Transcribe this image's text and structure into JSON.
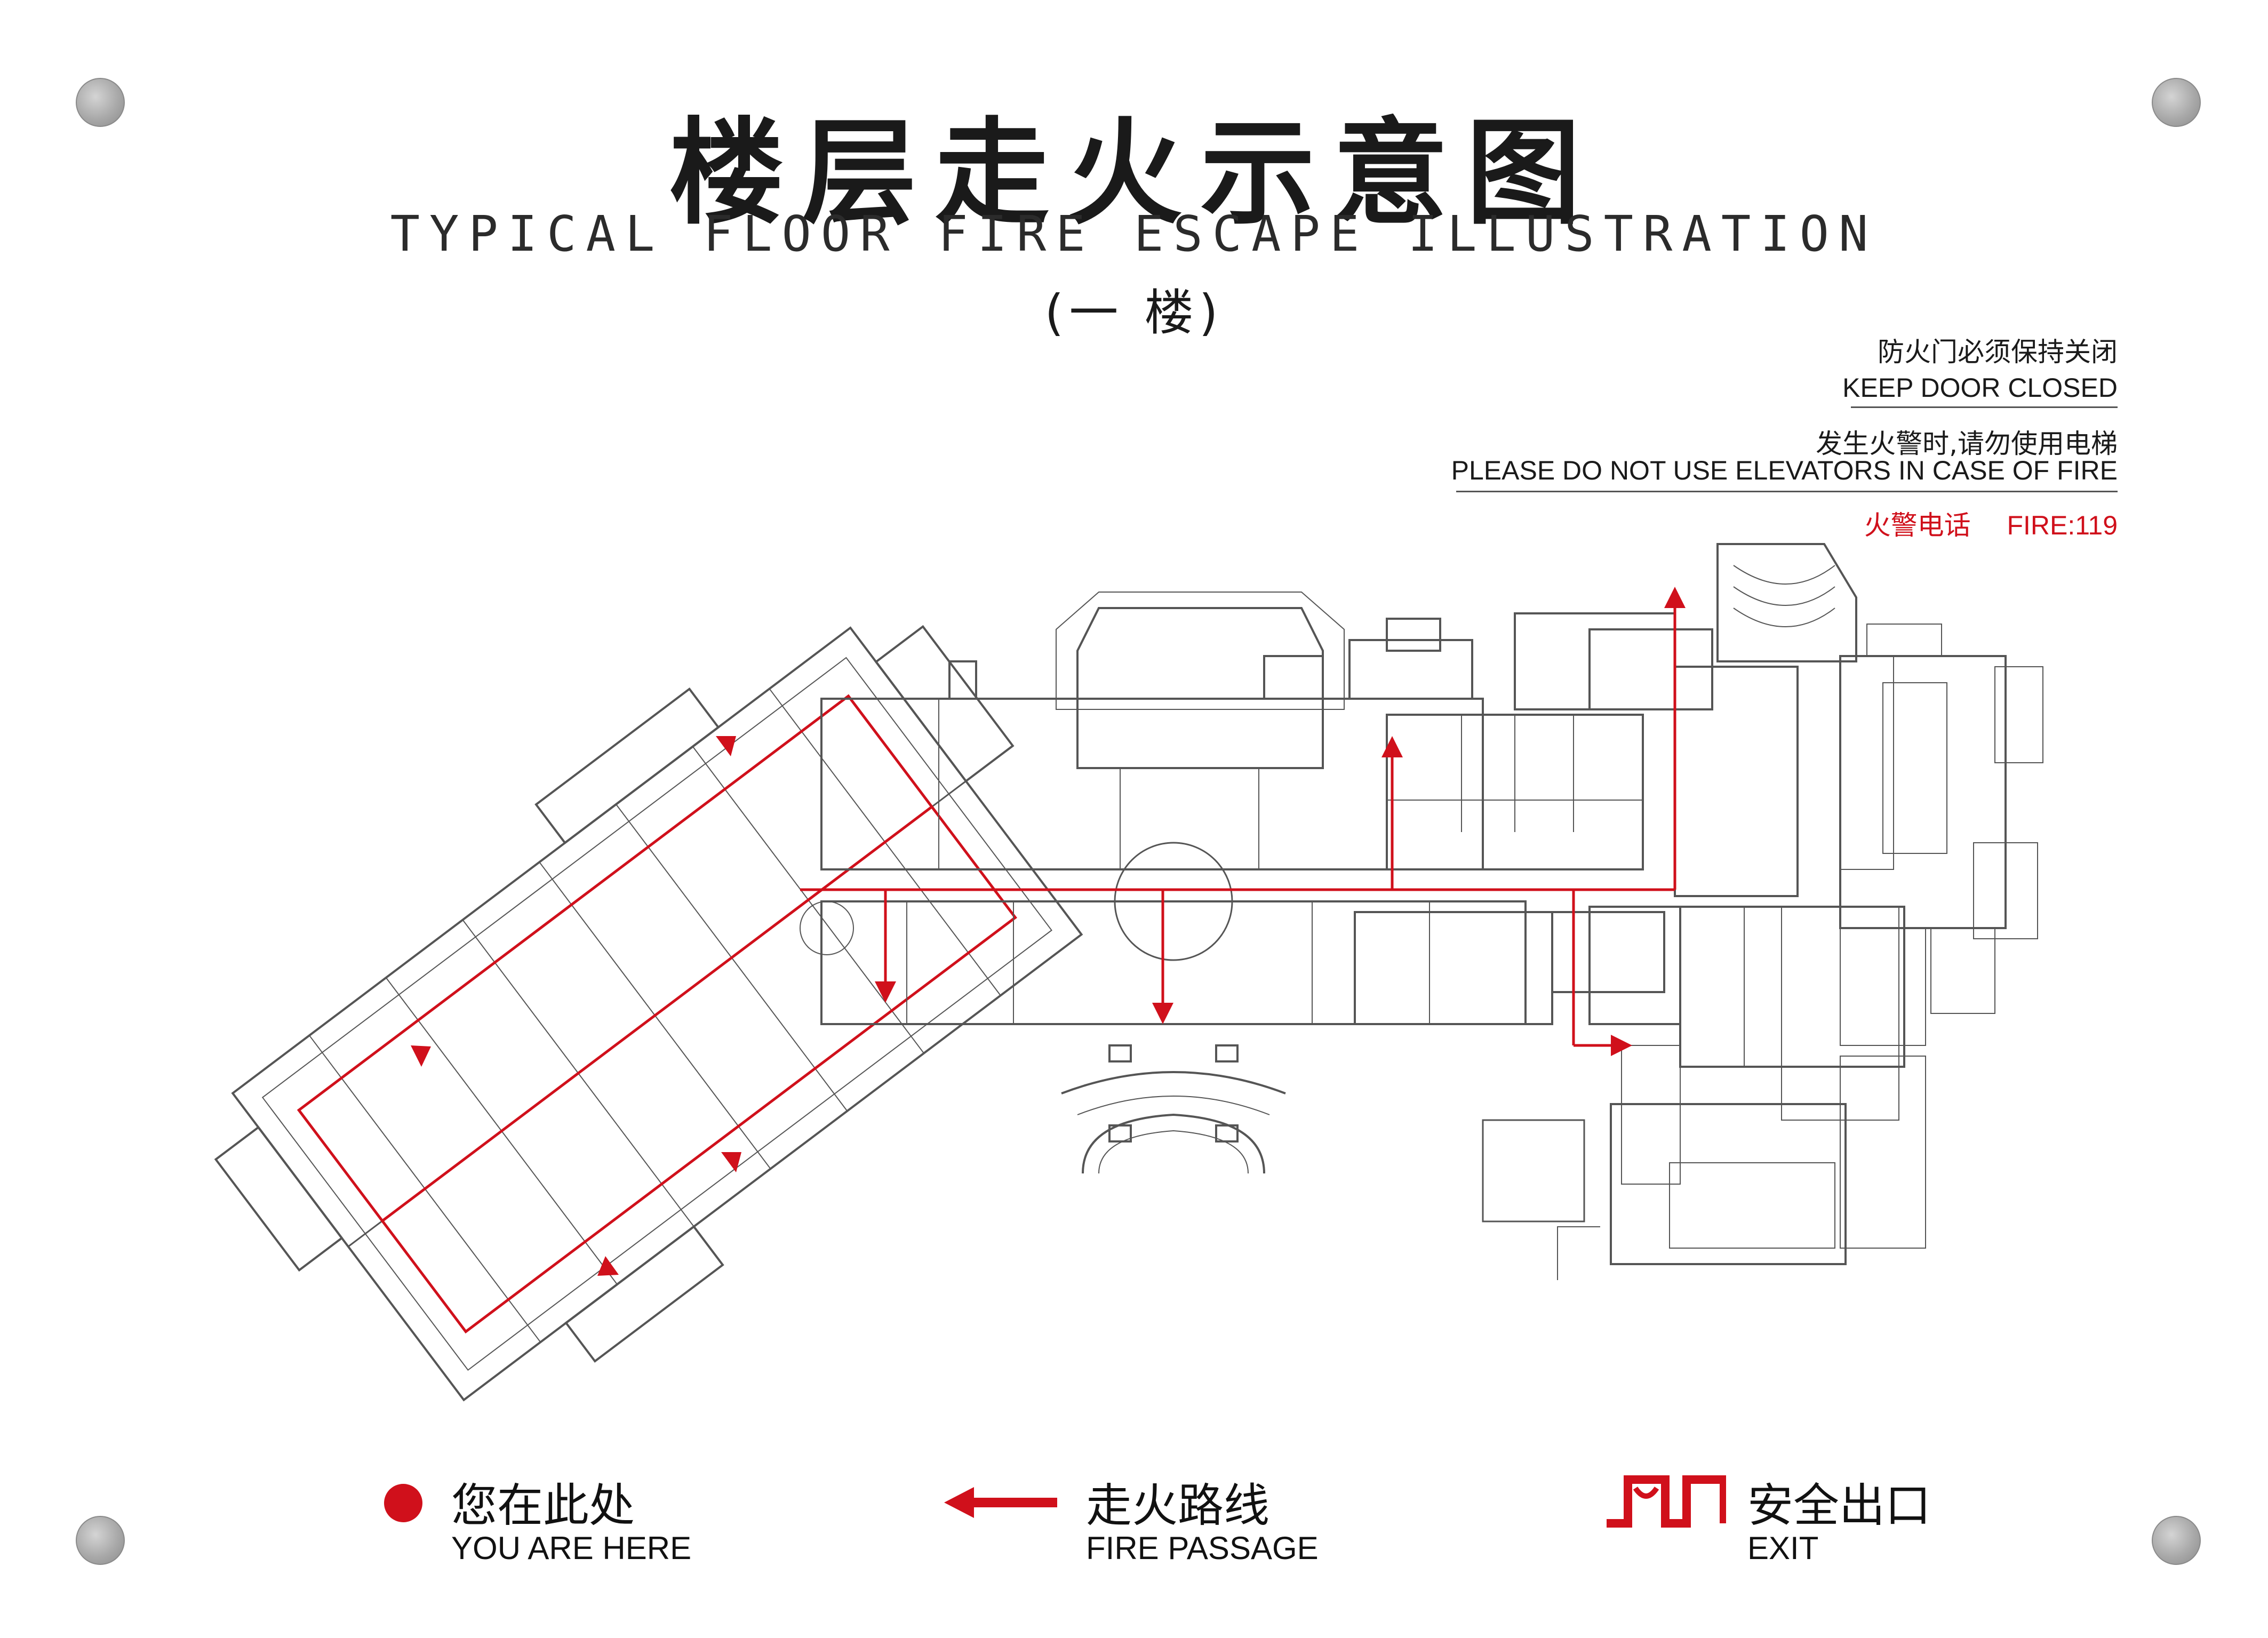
{
  "title": "楼层走火示意图",
  "subtitle": "TYPICAL FLOOR FIRE ESCAPE ILLUSTRATION",
  "floor": "(一 楼)",
  "notices": {
    "door_cn": "防火门必须保持关闭",
    "door_en": "KEEP DOOR CLOSED",
    "elevator_cn": "发生火警时,请勿使用电梯",
    "elevator_en": "PLEASE DO NOT USE ELEVATORS IN CASE OF FIRE",
    "fire_phone": "火警电话",
    "fire_number": "FIRE:119"
  },
  "legend": {
    "here_cn": "您在此处",
    "here_en": "YOU ARE HERE",
    "passage_cn": "走火路线",
    "passage_en": "FIRE PASSAGE",
    "exit_cn": "安全出口",
    "exit_en": "EXIT"
  },
  "colors": {
    "route": "#d0101b",
    "walls": "#555555",
    "text": "#1a1a1a"
  }
}
